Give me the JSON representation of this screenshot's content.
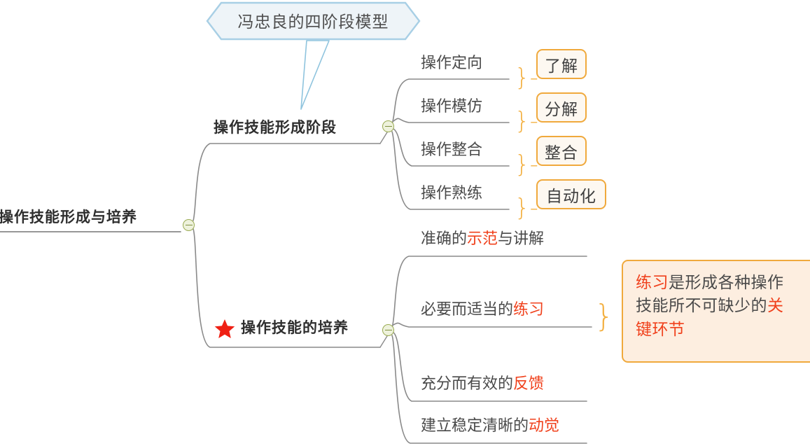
{
  "mindmap": {
    "root": {
      "label": "操作技能形成与培养",
      "toggle_icon": "collapse-minus-icon"
    },
    "callout": {
      "label": "冯忠良的四阶段模型",
      "border_color": "#a8cfe5",
      "fill_color": "#eef4f8"
    },
    "branches": [
      {
        "label": "操作技能形成阶段",
        "toggle_icon": "collapse-minus-icon",
        "icon": null,
        "children": [
          {
            "label": "操作定向",
            "brace_icon": "curly-brace-icon",
            "tag": "了解"
          },
          {
            "label": "操作模仿",
            "brace_icon": "curly-brace-icon",
            "tag": "分解"
          },
          {
            "label": "操作整合",
            "brace_icon": "curly-brace-icon",
            "tag": "整合"
          },
          {
            "label": "操作熟练",
            "brace_icon": "curly-brace-icon",
            "tag": "自动化"
          }
        ]
      },
      {
        "label": "操作技能的培养",
        "toggle_icon": "collapse-minus-icon",
        "icon": "red-star-icon",
        "children": [
          {
            "parts": [
              {
                "text": "准确的",
                "highlight": false
              },
              {
                "text": "示范",
                "highlight": true
              },
              {
                "text": "与讲解",
                "highlight": false
              }
            ]
          },
          {
            "parts": [
              {
                "text": "必要而适当的",
                "highlight": false
              },
              {
                "text": "练习",
                "highlight": true
              }
            ],
            "brace_icon": "curly-brace-icon",
            "note": {
              "lines": [
                [
                  {
                    "text": "练习",
                    "highlight": true
                  },
                  {
                    "text": "是形成各种操作",
                    "highlight": false
                  }
                ],
                [
                  {
                    "text": "技能所不可缺少的",
                    "highlight": false
                  },
                  {
                    "text": "关",
                    "highlight": true
                  }
                ],
                [
                  {
                    "text": "键环节",
                    "highlight": true
                  }
                ]
              ]
            }
          },
          {
            "parts": [
              {
                "text": "充分而有效的",
                "highlight": false
              },
              {
                "text": "反馈",
                "highlight": true
              }
            ]
          },
          {
            "parts": [
              {
                "text": "建立稳定清晰的",
                "highlight": false
              },
              {
                "text": "动觉",
                "highlight": true
              }
            ]
          }
        ]
      }
    ],
    "colors": {
      "highlight_text": "#f0411c",
      "normal_text": "#4a4a4a",
      "wire": "#8a8a8a",
      "tag_border": "#f0a93c",
      "tag_fill": "#fdf8f1",
      "note_fill": "#fdeee0",
      "toggle_border": "#9aab52",
      "star": "#ef2014"
    }
  }
}
